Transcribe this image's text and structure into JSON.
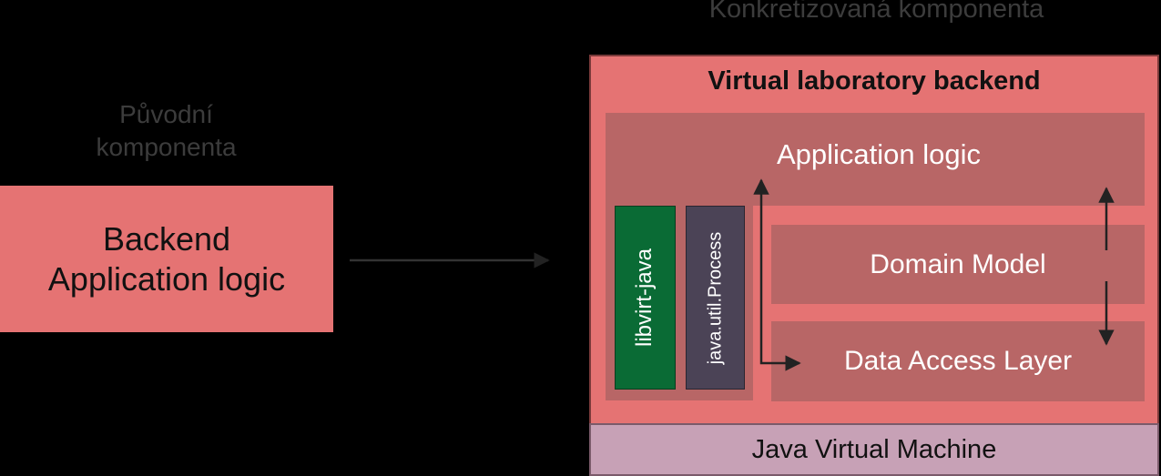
{
  "header": {
    "title": "Konkretizovaná komponenta"
  },
  "original": {
    "caption_line1": "Původní",
    "caption_line2": "komponenta",
    "box_line1": "Backend",
    "box_line2": "Application logic"
  },
  "concrete": {
    "title": "Virtual laboratory backend",
    "application_logic": "Application logic",
    "libvirt": "libvirt-java",
    "java_process": "java.util.Process",
    "domain_model": "Domain Model",
    "data_access_layer": "Data Access Layer",
    "jvm": "Java Virtual Machine"
  },
  "colors": {
    "background": "#000000",
    "component_red": "#e57373",
    "inner_dark_red": "#b86666",
    "libvirt_green": "#0a6b35",
    "process_slate": "#4b4356",
    "jvm_mauve": "#c7a1b6",
    "arrow": "#222222"
  }
}
